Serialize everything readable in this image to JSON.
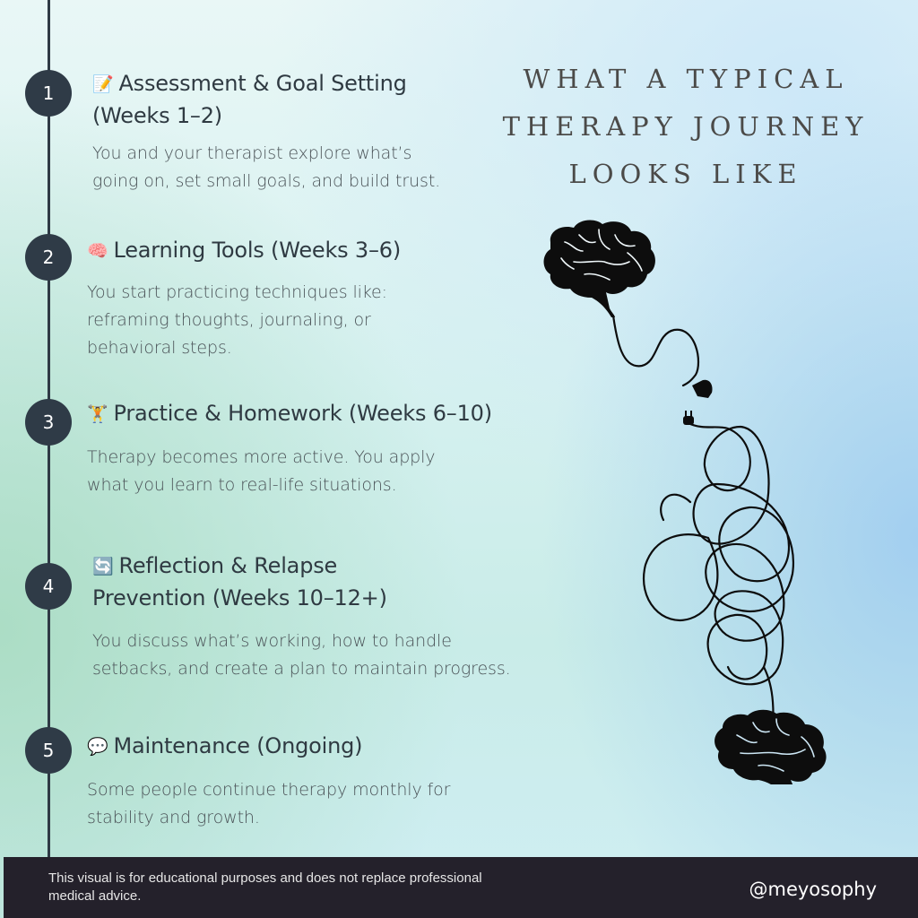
{
  "title": {
    "line1": "WHAT A TYPICAL",
    "line2": "THERAPY JOURNEY",
    "line3": "LOOKS LIKE"
  },
  "steps": [
    {
      "number": "1",
      "icon": "calendar-icon",
      "emoji": "📝",
      "title_line1": "Assessment & Goal Setting",
      "title_line2": "(Weeks 1–2)",
      "desc_line1": "You and your therapist explore what’s",
      "desc_line2": "going on, set small goals, and build trust."
    },
    {
      "number": "2",
      "icon": "brain-icon",
      "emoji": "🧠",
      "title_line1": "Learning Tools (Weeks 3–6)",
      "desc_line1": "You start practicing techniques like:",
      "desc_line2": "reframing thoughts, journaling, or",
      "desc_line3": "behavioral steps."
    },
    {
      "number": "3",
      "icon": "weightlifter-icon",
      "emoji": "🏋",
      "title_line1": "Practice & Homework (Weeks 6–10)",
      "desc_line1": "Therapy becomes more active. You apply",
      "desc_line2": "what you learn to real-life situations."
    },
    {
      "number": "4",
      "icon": "cycle-arrows-icon",
      "emoji": "🔄",
      "title_line1": "Reflection & Relapse",
      "title_line2": "Prevention (Weeks 10–12+)",
      "desc_line1": "You discuss what’s working, how to handle",
      "desc_line2": "setbacks, and create a plan to maintain progress."
    },
    {
      "number": "5",
      "icon": "speech-bubble-icon",
      "emoji": "💬",
      "title_line1": "Maintenance (Ongoing)",
      "desc_line1": "Some people continue therapy monthly for",
      "desc_line2": "stability and growth."
    }
  ],
  "illustration": {
    "description": "Two brain silhouettes connected by an unplugged, tangled cable",
    "color": "#0d0d0d"
  },
  "footer": {
    "disclaimer_line1": "This visual is for educational purposes and does not replace professional",
    "disclaimer_line2": "medical advice.",
    "handle": "@meyosophy"
  },
  "colors": {
    "timeline": "#2f3a45",
    "circle": "#2f3b47",
    "footer_bg": "#24212b",
    "title_text": "#4b4a48",
    "heading_text": "#2f3a42",
    "body_text": "#4a5257"
  }
}
